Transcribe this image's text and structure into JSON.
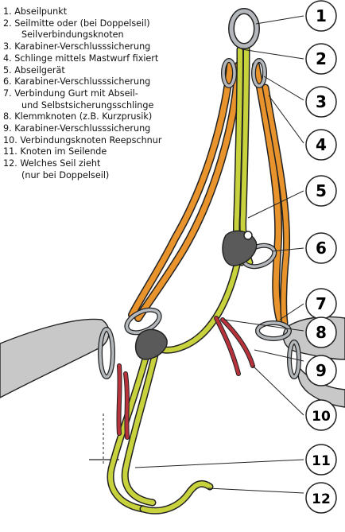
{
  "legend": [
    {
      "num": "1.",
      "lines": [
        "Abseilpunkt"
      ]
    },
    {
      "num": "2.",
      "lines": [
        "Seilmitte oder (bei Doppelseil)",
        "Seilverbindungsknoten"
      ]
    },
    {
      "num": "3.",
      "lines": [
        "Karabiner-Verschlusssicherung"
      ]
    },
    {
      "num": "4.",
      "lines": [
        "Schlinge mittels Mastwurf fixiert"
      ]
    },
    {
      "num": "5.",
      "lines": [
        "Abseilgerät"
      ]
    },
    {
      "num": "6.",
      "lines": [
        "Karabiner-Verschlusssicherung"
      ]
    },
    {
      "num": "7.",
      "lines": [
        "Verbindung Gurt mit Abseil-",
        "und Selbstsicherungsschlinge"
      ]
    },
    {
      "num": "8.",
      "lines": [
        "Klemmknoten (z.B. Kurzprusik)"
      ]
    },
    {
      "num": "9.",
      "lines": [
        "Karabiner-Verschlusssicherung"
      ]
    },
    {
      "num": "10.",
      "lines": [
        "Verbindungsknoten Reepschnur"
      ]
    },
    {
      "num": "11.",
      "lines": [
        "Knoten im Seilende"
      ]
    },
    {
      "num": "12.",
      "lines": [
        "Welches Seil zieht",
        "(nur bei Doppelseil)"
      ]
    }
  ],
  "callouts": [
    "1",
    "2",
    "3",
    "4",
    "5",
    "6",
    "7",
    "8",
    "9",
    "10",
    "11",
    "12"
  ],
  "colors": {
    "rope_yellow": "#c8d23c",
    "sling_orange": "#e8932c",
    "prusik_red": "#b8323c",
    "device_gray": "#5a5a5a",
    "carabiner_gray": "#b4b8bc",
    "limb_gray": "#c8c8c8"
  }
}
